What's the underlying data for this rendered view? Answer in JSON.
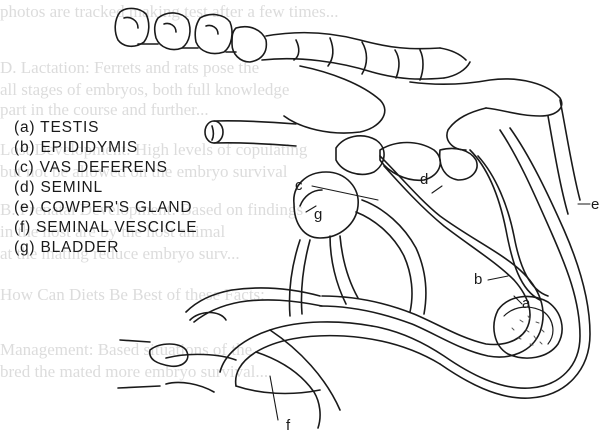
{
  "background_text": [
    "photos are tracked making test after a few times...",
    "D. Lactation: Ferrets and rats pose the",
    "all stages of embryos, both full knowledge",
    "part in the course and further...",
    "Lost Development: High levels of copulating",
    "but not be allowed on the embryo survival",
    "B. Prenatal Development: Based on findings",
    "in the host are by the host animal",
    "at the mating reduce embryo surv...",
    "How Can Diets Be Best of these Facts:",
    "Management: Based situations of the",
    "bred the mated more embryo survival..."
  ],
  "legend": [
    {
      "letter": "(a)",
      "name": "TESTIS"
    },
    {
      "letter": "(b)",
      "name": "EPIDIDYMIS"
    },
    {
      "letter": "(c)",
      "name": "VAS DEFERENS"
    },
    {
      "letter": "(d)",
      "name": "SEMINL"
    },
    {
      "letter": "(e)",
      "name": "COWPER'S GLAND"
    },
    {
      "letter": "(f)",
      "name": "SEMINAL VESCICLE"
    },
    {
      "letter": "(g)",
      "name": "BLADDER"
    }
  ],
  "callouts": {
    "a": "a",
    "b": "b",
    "c": "c",
    "d": "d",
    "e": "e",
    "f": "f",
    "g": "g"
  },
  "colors": {
    "ink": "#1a1a1a",
    "faint": "#dcdcdc",
    "stipple": "#555555"
  }
}
